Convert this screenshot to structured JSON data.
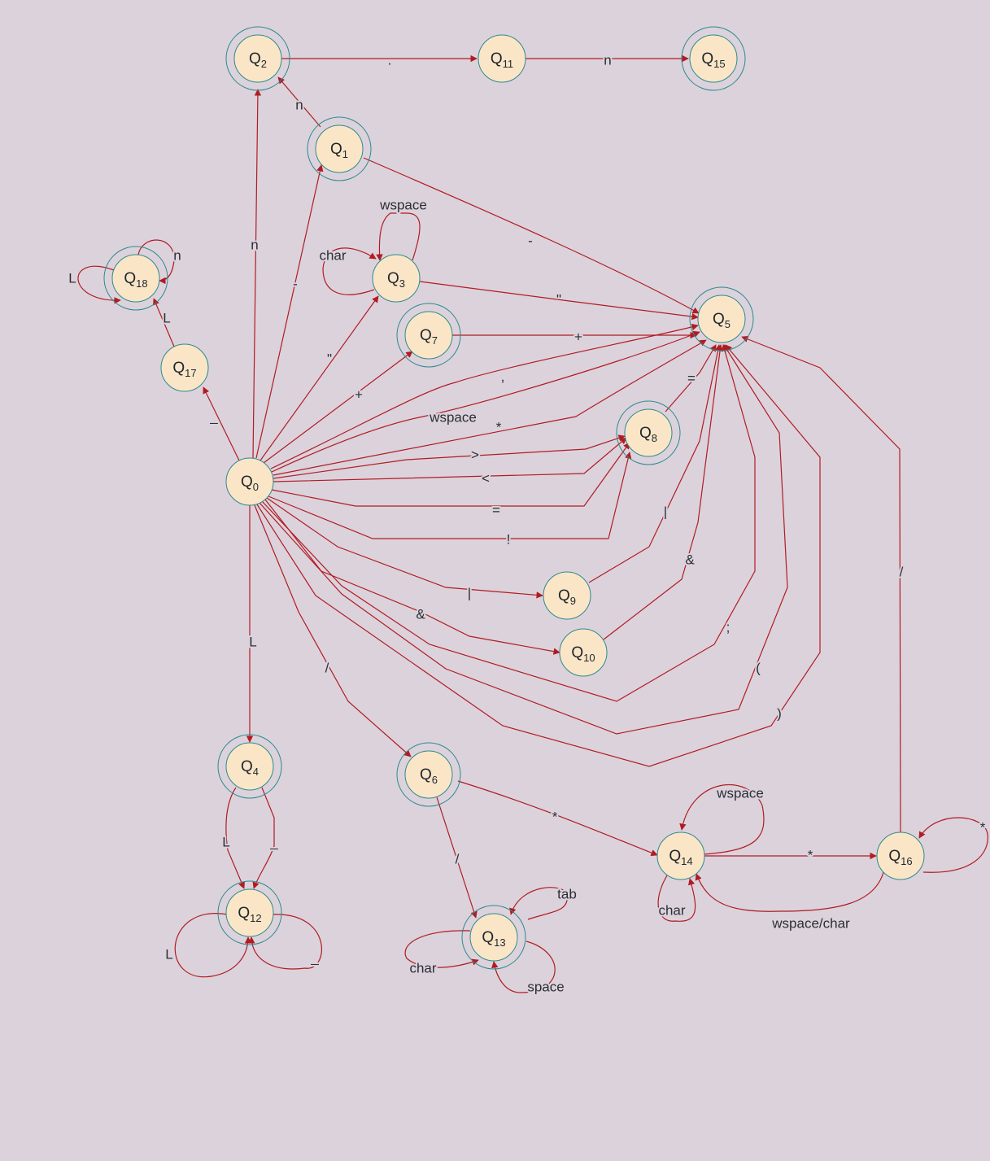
{
  "colors": {
    "background": "#dcd2dc",
    "node_fill": "#fae6c6",
    "node_border": "#2b8a8f",
    "edge": "#b01c22",
    "text": "#1f2630"
  },
  "nodes": [
    {
      "id": "Q0",
      "base": "Q",
      "sub": "0",
      "accepting": false
    },
    {
      "id": "Q1",
      "base": "Q",
      "sub": "1",
      "accepting": true
    },
    {
      "id": "Q2",
      "base": "Q",
      "sub": "2",
      "accepting": true
    },
    {
      "id": "Q3",
      "base": "Q",
      "sub": "3",
      "accepting": false
    },
    {
      "id": "Q4",
      "base": "Q",
      "sub": "4",
      "accepting": true
    },
    {
      "id": "Q5",
      "base": "Q",
      "sub": "5",
      "accepting": true
    },
    {
      "id": "Q6",
      "base": "Q",
      "sub": "6",
      "accepting": true
    },
    {
      "id": "Q7",
      "base": "Q",
      "sub": "7",
      "accepting": true
    },
    {
      "id": "Q8",
      "base": "Q",
      "sub": "8",
      "accepting": true
    },
    {
      "id": "Q9",
      "base": "Q",
      "sub": "9",
      "accepting": false
    },
    {
      "id": "Q10",
      "base": "Q",
      "sub": "10",
      "accepting": false
    },
    {
      "id": "Q11",
      "base": "Q",
      "sub": "11",
      "accepting": false
    },
    {
      "id": "Q12",
      "base": "Q",
      "sub": "12",
      "accepting": true
    },
    {
      "id": "Q13",
      "base": "Q",
      "sub": "13",
      "accepting": true
    },
    {
      "id": "Q14",
      "base": "Q",
      "sub": "14",
      "accepting": false
    },
    {
      "id": "Q15",
      "base": "Q",
      "sub": "15",
      "accepting": true
    },
    {
      "id": "Q16",
      "base": "Q",
      "sub": "16",
      "accepting": false
    },
    {
      "id": "Q17",
      "base": "Q",
      "sub": "17",
      "accepting": false
    },
    {
      "id": "Q18",
      "base": "Q",
      "sub": "18",
      "accepting": true
    }
  ],
  "edges": [
    {
      "from": "Q0",
      "to": "Q2",
      "label": "n"
    },
    {
      "from": "Q0",
      "to": "Q1",
      "label": "-"
    },
    {
      "from": "Q0",
      "to": "Q3",
      "label": "\""
    },
    {
      "from": "Q0",
      "to": "Q7",
      "label": "+"
    },
    {
      "from": "Q0",
      "to": "Q5",
      "label": ","
    },
    {
      "from": "Q0",
      "to": "Q5",
      "label": "wspace"
    },
    {
      "from": "Q0",
      "to": "Q5",
      "label": "*"
    },
    {
      "from": "Q0",
      "to": "Q8",
      "label": ">"
    },
    {
      "from": "Q0",
      "to": "Q8",
      "label": "<"
    },
    {
      "from": "Q0",
      "to": "Q8",
      "label": "="
    },
    {
      "from": "Q0",
      "to": "Q8",
      "label": "!"
    },
    {
      "from": "Q0",
      "to": "Q9",
      "label": "|"
    },
    {
      "from": "Q0",
      "to": "Q10",
      "label": "&"
    },
    {
      "from": "Q0",
      "to": "Q5",
      "label": ";"
    },
    {
      "from": "Q0",
      "to": "Q5",
      "label": "("
    },
    {
      "from": "Q0",
      "to": "Q5",
      "label": ")"
    },
    {
      "from": "Q0",
      "to": "Q6",
      "label": "/"
    },
    {
      "from": "Q0",
      "to": "Q4",
      "label": "L"
    },
    {
      "from": "Q0",
      "to": "Q17",
      "label": "_"
    },
    {
      "from": "Q17",
      "to": "Q18",
      "label": "L"
    },
    {
      "from": "Q18",
      "to": "Q18",
      "label": "L"
    },
    {
      "from": "Q18",
      "to": "Q18",
      "label": "n"
    },
    {
      "from": "Q1",
      "to": "Q2",
      "label": "n"
    },
    {
      "from": "Q1",
      "to": "Q5",
      "label": "-"
    },
    {
      "from": "Q2",
      "to": "Q11",
      "label": "."
    },
    {
      "from": "Q11",
      "to": "Q15",
      "label": "n"
    },
    {
      "from": "Q3",
      "to": "Q3",
      "label": "wspace"
    },
    {
      "from": "Q3",
      "to": "Q3",
      "label": "char"
    },
    {
      "from": "Q3",
      "to": "Q5",
      "label": "\""
    },
    {
      "from": "Q7",
      "to": "Q5",
      "label": "+"
    },
    {
      "from": "Q8",
      "to": "Q5",
      "label": "="
    },
    {
      "from": "Q9",
      "to": "Q5",
      "label": "|"
    },
    {
      "from": "Q10",
      "to": "Q5",
      "label": "&"
    },
    {
      "from": "Q16",
      "to": "Q5",
      "label": "/"
    },
    {
      "from": "Q4",
      "to": "Q12",
      "label": "L"
    },
    {
      "from": "Q4",
      "to": "Q12",
      "label": "_"
    },
    {
      "from": "Q12",
      "to": "Q12",
      "label": "L"
    },
    {
      "from": "Q12",
      "to": "Q12",
      "label": "_"
    },
    {
      "from": "Q6",
      "to": "Q13",
      "label": "/"
    },
    {
      "from": "Q6",
      "to": "Q14",
      "label": "*"
    },
    {
      "from": "Q13",
      "to": "Q13",
      "label": "tab"
    },
    {
      "from": "Q13",
      "to": "Q13",
      "label": "char"
    },
    {
      "from": "Q13",
      "to": "Q13",
      "label": "space"
    },
    {
      "from": "Q14",
      "to": "Q14",
      "label": "wspace"
    },
    {
      "from": "Q14",
      "to": "Q14",
      "label": "char"
    },
    {
      "from": "Q14",
      "to": "Q16",
      "label": "*"
    },
    {
      "from": "Q16",
      "to": "Q16",
      "label": "*"
    },
    {
      "from": "Q16",
      "to": "Q14",
      "label": "wspace/char"
    }
  ]
}
